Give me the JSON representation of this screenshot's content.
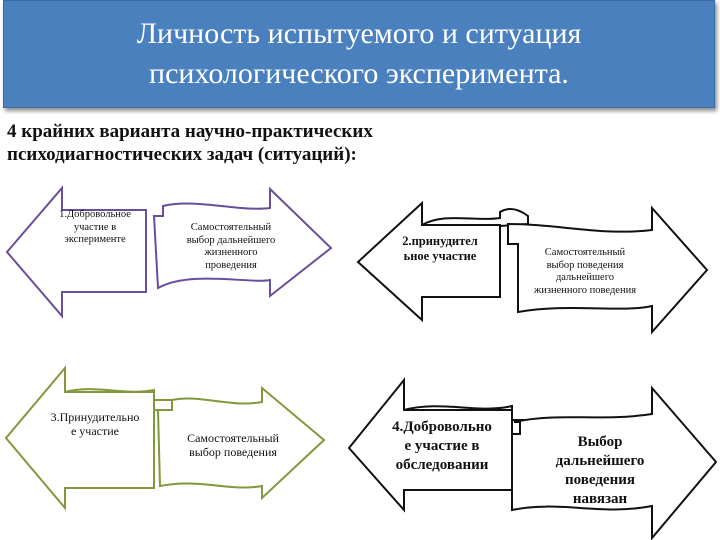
{
  "title": {
    "line1": "Личность испытуемого и ситуация",
    "line2": "психологического эксперимента."
  },
  "subtitle": {
    "line1": "4 крайних варианта научно-практических",
    "line2": "психодиагностических задач (ситуаций):"
  },
  "variants": [
    {
      "left": [
        "1.Добровольное",
        "участие в",
        "эксперименте"
      ],
      "right": [
        "Самостоятельный",
        "выбор дальнейшего",
        "жизненного",
        "проведения"
      ]
    },
    {
      "left": [
        "2.принудител",
        "ьное участие"
      ],
      "right": [
        "Самостоятельный",
        "выбор поведения",
        "дальнейшего",
        "жизненного поведения"
      ]
    },
    {
      "left": [
        "3.Принудительно",
        "е участие"
      ],
      "right": [
        "Самостоятельный",
        "выбор поведения"
      ]
    },
    {
      "left": [
        "4.Добровольно",
        "е участие в",
        "обследовании"
      ],
      "right": [
        "Выбор",
        "дальнейшего",
        "поведения",
        "навязан"
      ]
    }
  ],
  "colors": {
    "header_bg": "#4a80be",
    "purple": "#6a4d9b",
    "olive": "#82983d",
    "black": "#111111"
  }
}
